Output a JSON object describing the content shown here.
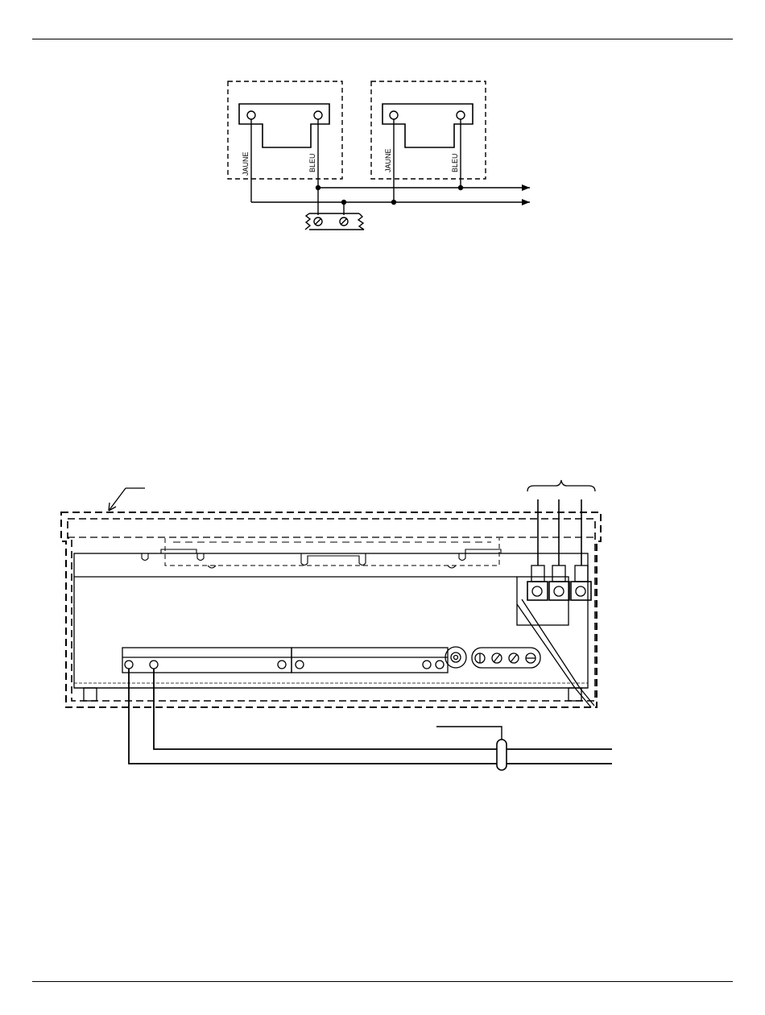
{
  "diagram_top": {
    "modules": [
      {
        "left_wire_label": "JAUNE",
        "right_wire_label": "BLEU"
      },
      {
        "left_wire_label": "JAUNE",
        "right_wire_label": "BLEU"
      }
    ]
  }
}
